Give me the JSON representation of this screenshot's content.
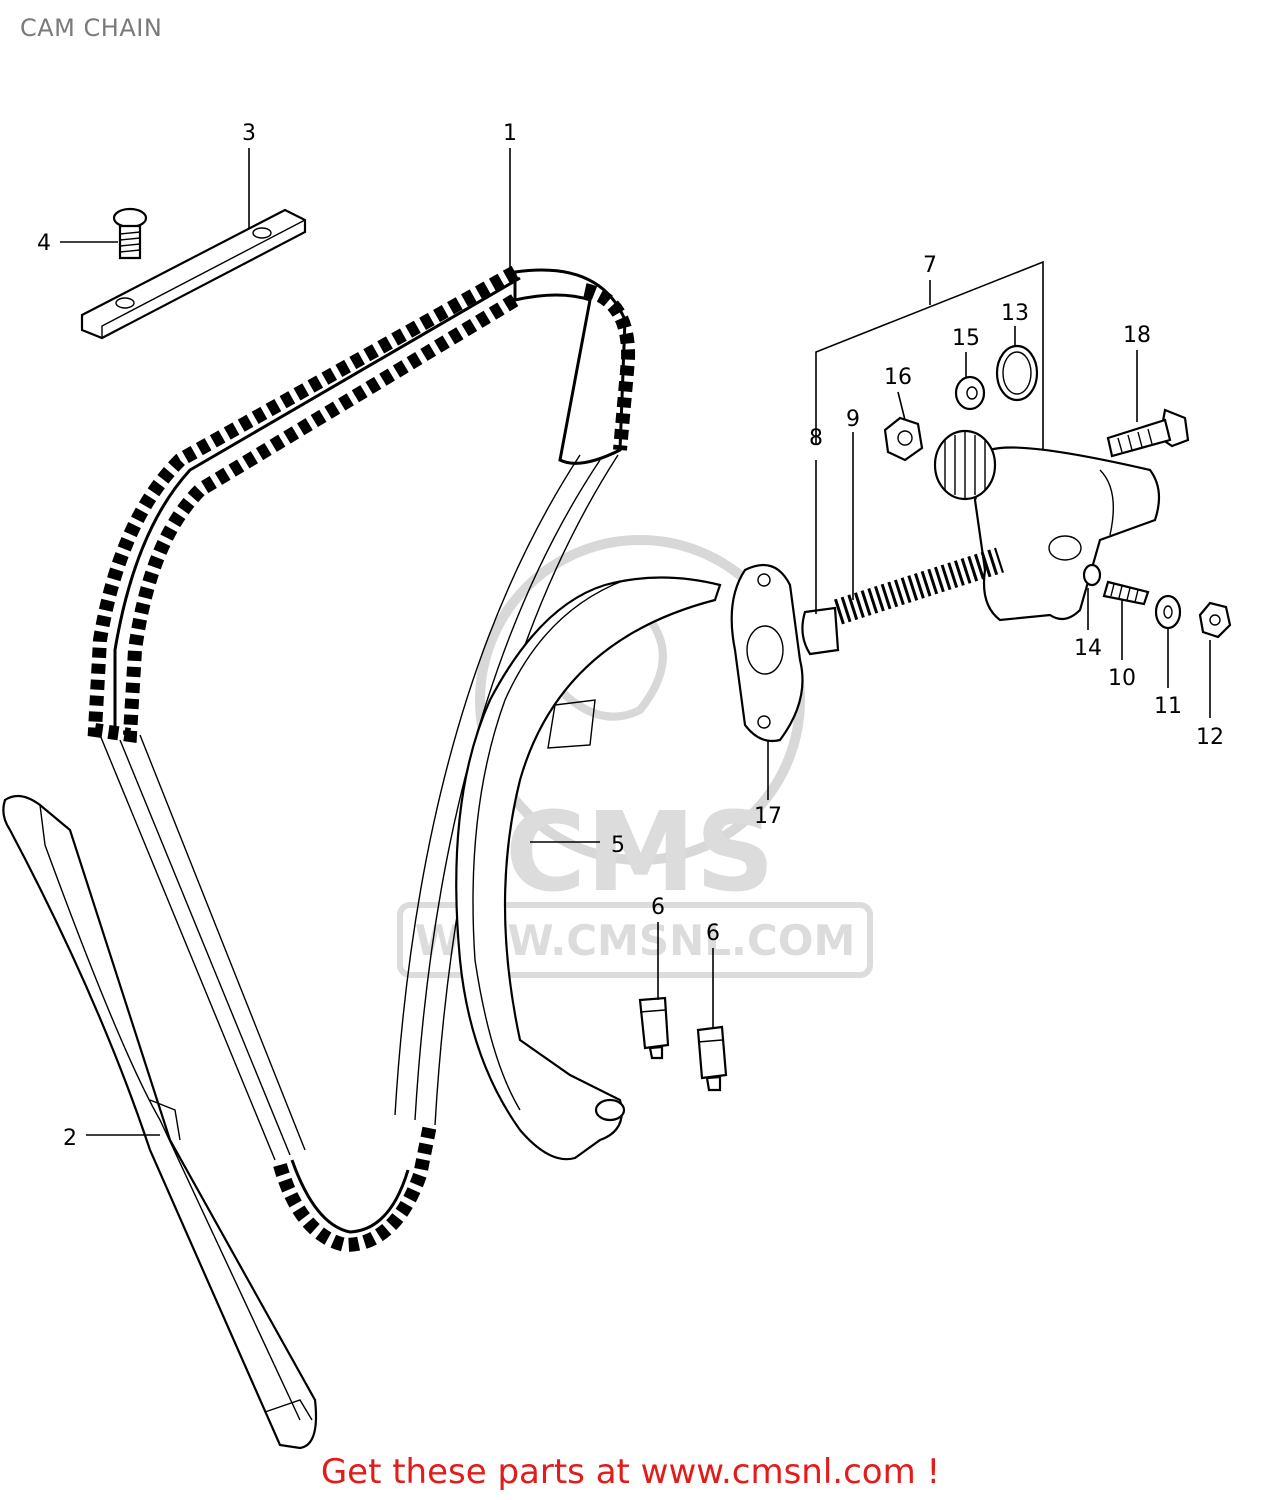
{
  "page": {
    "title": "CAM CHAIN"
  },
  "watermark": {
    "logo": "CMS",
    "url": "WWW.CMSNL.COM"
  },
  "promo": {
    "text": "Get these parts at www.cmsnl.com !"
  },
  "callouts": {
    "c1": "1",
    "c2": "2",
    "c3": "3",
    "c4": "4",
    "c5": "5",
    "c6a": "6",
    "c6b": "6",
    "c7": "7",
    "c8": "8",
    "c9": "9",
    "c10": "10",
    "c11": "11",
    "c12": "12",
    "c13": "13",
    "c14": "14",
    "c15": "15",
    "c16": "16",
    "c17": "17",
    "c18": "18"
  },
  "colors": {
    "promo": "#e21b1b",
    "title": "#7a7a7a",
    "watermark": "#dcdcdc"
  }
}
